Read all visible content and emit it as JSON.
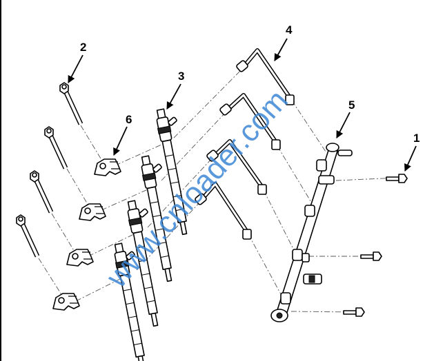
{
  "diagram": {
    "title": "Fuel injector and rail exploded view",
    "callouts": [
      {
        "label": "1",
        "part": "rail-bolt"
      },
      {
        "label": "2",
        "part": "clamp-bolt"
      },
      {
        "label": "3",
        "part": "injector"
      },
      {
        "label": "4",
        "part": "fuel-line"
      },
      {
        "label": "5",
        "part": "fuel-rail"
      },
      {
        "label": "6",
        "part": "injector-clamp"
      }
    ],
    "watermark": "www.cnloader.com",
    "colors": {
      "line": "#000000",
      "watermark": "#3d86d6"
    }
  }
}
